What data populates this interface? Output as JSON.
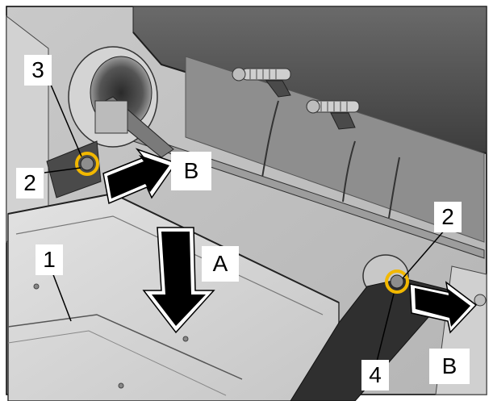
{
  "callouts": {
    "label_1": "1",
    "label_2_left": "2",
    "label_2_right": "2",
    "label_3": "3",
    "label_4": "4",
    "label_a": "A",
    "label_b_left": "B",
    "label_b_right": "B"
  },
  "colors": {
    "background": "#ffffff",
    "metal_light": "#d8d8d8",
    "metal_mid": "#a8a8a8",
    "metal_dark": "#3a3a3a",
    "highlight_ring": "#f2b800",
    "arrow_fill": "#000000",
    "line": "#000000"
  }
}
